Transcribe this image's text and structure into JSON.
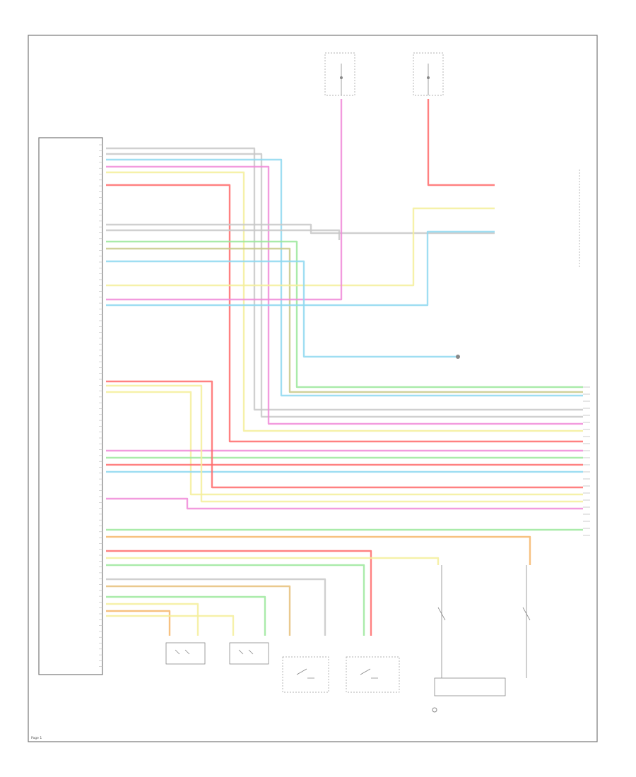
{
  "footer": {
    "page_id": "Page 1"
  },
  "colors": {
    "red": "#ff6b6b",
    "pink": "#f08ad8",
    "yellow": "#f5ee9a",
    "lt_green": "#9be89b",
    "lt_blue": "#8ed8f0",
    "orange": "#f6b66a",
    "olive": "#c8c98a",
    "purple": "#b8a6d8",
    "gray": "#c8c8c8",
    "dk_gray": "#9a9a9a",
    "tan": "#e6c07a"
  },
  "wire_colors": [
    "gray",
    "gray",
    "lt_blue",
    "pink",
    "yellow",
    "red",
    "gray",
    "gray",
    "lt_green",
    "olive",
    "yellow",
    "lt_blue",
    "pink",
    "red",
    "lt_blue",
    "yellow",
    "pink",
    "lt_green",
    "red",
    "lt_blue",
    "red",
    "yellow",
    "pink",
    "orange",
    "lt_green",
    "red",
    "yellow",
    "tan",
    "lt_green",
    "gray",
    "yellow",
    "lt_green",
    "orange",
    "yellow"
  ]
}
